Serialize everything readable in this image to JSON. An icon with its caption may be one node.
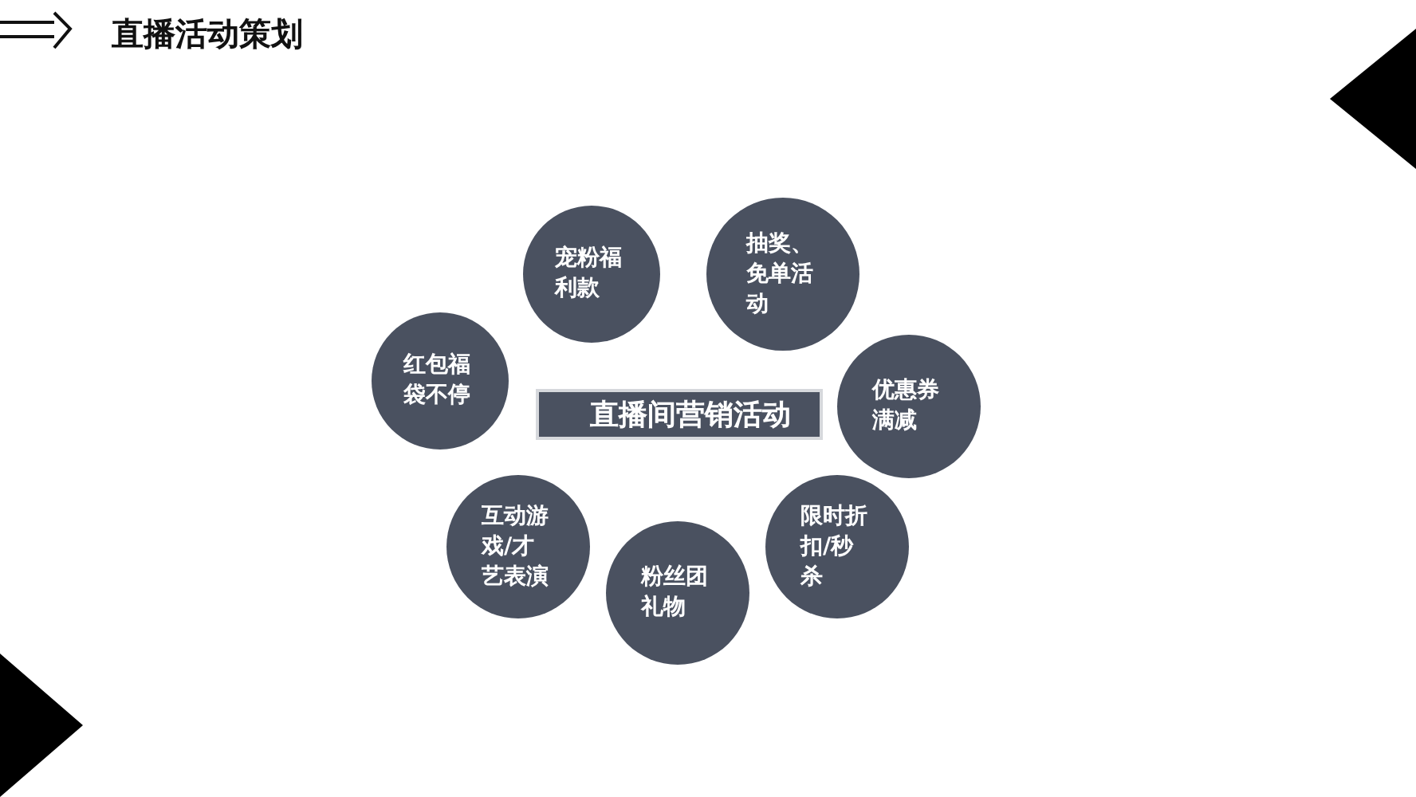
{
  "diagram": {
    "title": "直播活动策划",
    "nodes": [
      {
        "text": [
          "直播间营销活动"
        ]
      },
      {
        "text": [
          "宠粉福利款"
        ]
      },
      {
        "text": [
          "抽奖、免单活动"
        ]
      },
      {
        "text": [
          "红包福袋不停"
        ]
      },
      {
        "text": [
          "优惠券满减"
        ]
      },
      {
        "text": [
          "互动游戏/才艺表演"
        ]
      },
      {
        "text": [
          "限时折扣/秒杀"
        ]
      },
      {
        "text": [
          "粉丝团礼物"
        ]
      }
    ]
  }
}
